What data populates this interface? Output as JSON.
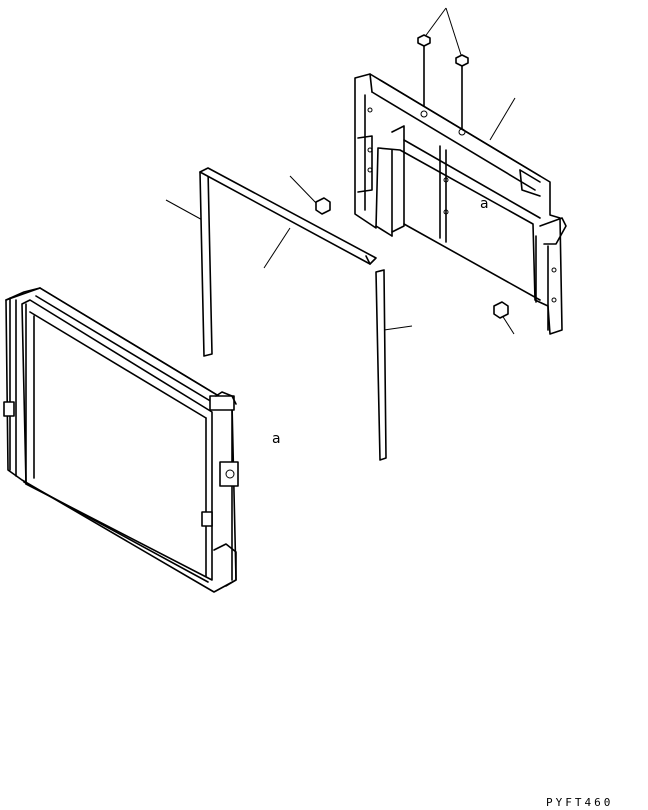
{
  "labels": {
    "mark_a_panel": "a",
    "mark_a_radiator": "a",
    "figure_code": "PYFT460"
  }
}
